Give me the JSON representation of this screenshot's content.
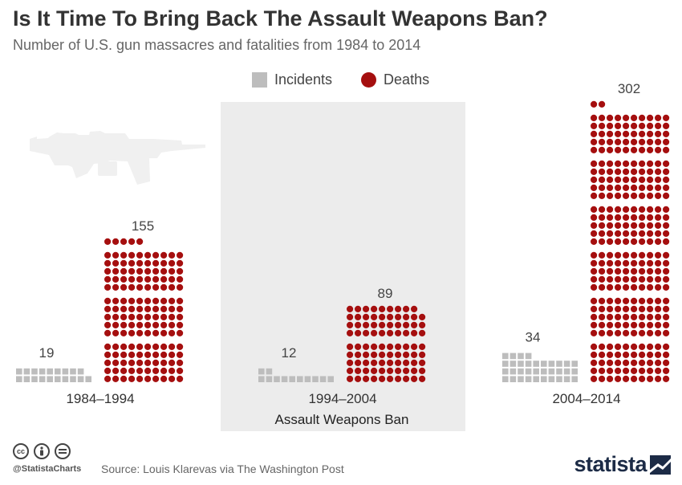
{
  "chart_data": {
    "type": "bar",
    "title": "Is It Time To Bring Back The Assault Weapons Ban?",
    "subtitle": "Number of U.S. gun massacres and fatalities from 1984 to 2014",
    "categories": [
      "1984–1994",
      "1994–2004",
      "2004–2014"
    ],
    "series": [
      {
        "name": "Incidents",
        "values": [
          19,
          12,
          34
        ]
      },
      {
        "name": "Deaths",
        "values": [
          155,
          89,
          302
        ]
      }
    ],
    "annotation": "Assault Weapons Ban",
    "highlighted_category": "1994–2004",
    "colors": {
      "incidents": "#bdbdbd",
      "deaths": "#a50f0f",
      "highlight": "#ececec",
      "rifle": "#f0f0f0"
    }
  },
  "footer": {
    "handle": "@StatistaCharts",
    "source": "Source: Louis Klarevas via The Washington Post",
    "brand": "statista",
    "license_icons": [
      "cc-icon",
      "by-icon",
      "nd-icon"
    ]
  }
}
